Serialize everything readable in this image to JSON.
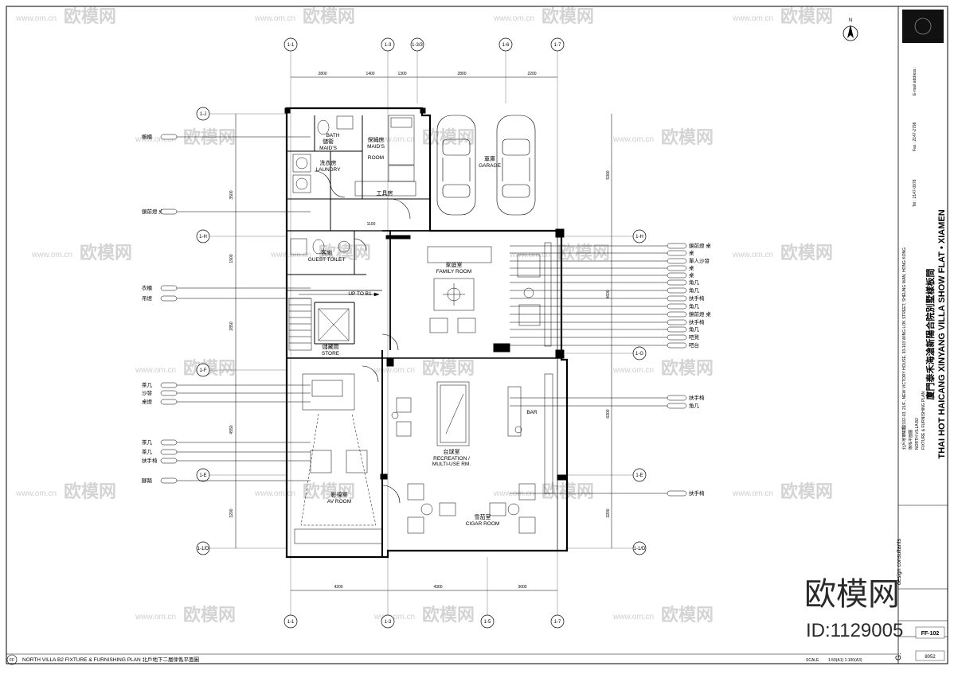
{
  "drawing": {
    "title": "NORTH VILLA B2 FIXTURE & FURNISHING PLAN 北戶地下二層傢俬平面圖",
    "circle_code": "FF",
    "scale_label": "SCALE",
    "scale_value": "1:50(A1) 1:100(A3)",
    "drawing_no": "FF-102",
    "north_label": "N"
  },
  "watermark": {
    "brand": "欧模网",
    "url": "www.om.cn",
    "big_brand": "欧模网",
    "id": "ID:1129005"
  },
  "project": {
    "title_cn": "廈門泰禾海滄新陽合院別墅樣板間",
    "title_en": "THAI HOT HAICANG XINYANG VILLA SHOW FLAT • XIAMEN",
    "address": "UNIT 2102-03, 21/F., NEW VICTORY HOUSE, 93-103 WING LOK STREET, SHEUNG WAN, HONG KONG",
    "tel": "Tel : 2147-0978",
    "fax": "Fax : 2147-2798",
    "email": "E-mail address :",
    "sheet_cn_1": "北戶地下二層",
    "sheet_cn_2": "傢俬平面圖",
    "sheet_en_1": "NORTH VILLA B2",
    "sheet_en_2": "FIXTURE & FURNISHING PLAN",
    "consultant": "design consultants",
    "consultant_prefix": "G."
  },
  "grid_top": [
    "1-1",
    "1-3",
    "1-3/3",
    "1-6",
    "1-7"
  ],
  "grid_bottom": [
    "1-1",
    "1-3",
    "1-5",
    "1-7"
  ],
  "grid_left": [
    "1-J",
    "1-H",
    "1-F",
    "1-E",
    "1-1/D"
  ],
  "grid_right": [
    "1-H",
    "1-G",
    "1-E",
    "1-1/D"
  ],
  "dims_top": [
    "2800",
    "1400",
    "1300",
    "2800",
    "2200"
  ],
  "dims_bottom": [
    "4200",
    "4300",
    "3000"
  ],
  "dims_left": [
    "3500",
    "1900",
    "2850",
    "4550",
    "3200"
  ],
  "dims_right": [
    "5300",
    "4600",
    "6300",
    "3200"
  ],
  "rooms": [
    {
      "cn": "",
      "en": "BATH"
    },
    {
      "cn": "儲衞",
      "en": "MAID'S"
    },
    {
      "cn": "保姆房",
      "en": "MAID'S"
    },
    {
      "cn": "",
      "en": "ROOM"
    },
    {
      "cn": "車庫",
      "en": "GARAGE"
    },
    {
      "cn": "洗衣房",
      "en": "LAUNDRY"
    },
    {
      "cn": "工具房",
      "en": ""
    },
    {
      "cn": "客廁",
      "en": "GUEST TOILET"
    },
    {
      "cn": "家庭室",
      "en": "FAMILY ROOM"
    },
    {
      "cn": "",
      "en": "UP TO B1"
    },
    {
      "cn": "儲藏間",
      "en": "STORE"
    },
    {
      "cn": "台球室",
      "en": "RECREATION /"
    },
    {
      "cn": "",
      "en": "MULTI-USE RM."
    },
    {
      "cn": "",
      "en": "BAR"
    },
    {
      "cn": "影視室",
      "en": "AV ROOM"
    },
    {
      "cn": "雪茄室",
      "en": "CIGAR ROOM"
    }
  ],
  "left_tags": [
    "櫥櫃",
    "鏡前燈 桌",
    "衣櫃",
    "吊燈",
    "茶几",
    "沙發",
    "桌燈",
    "茶几",
    "茶几",
    "扶手椅",
    "腳踏"
  ],
  "right_tags": [
    "鏡前燈 桌",
    "桌",
    "單人沙發",
    "桌",
    "桌",
    "角几",
    "角几",
    "扶手椅",
    "角几",
    "鏡前燈 桌",
    "扶手椅",
    "角几",
    "吧凳",
    "吧台",
    "扶手椅",
    "角几",
    "扶手椅"
  ],
  "dim_extra": [
    "1100"
  ],
  "tb_number": "8052"
}
